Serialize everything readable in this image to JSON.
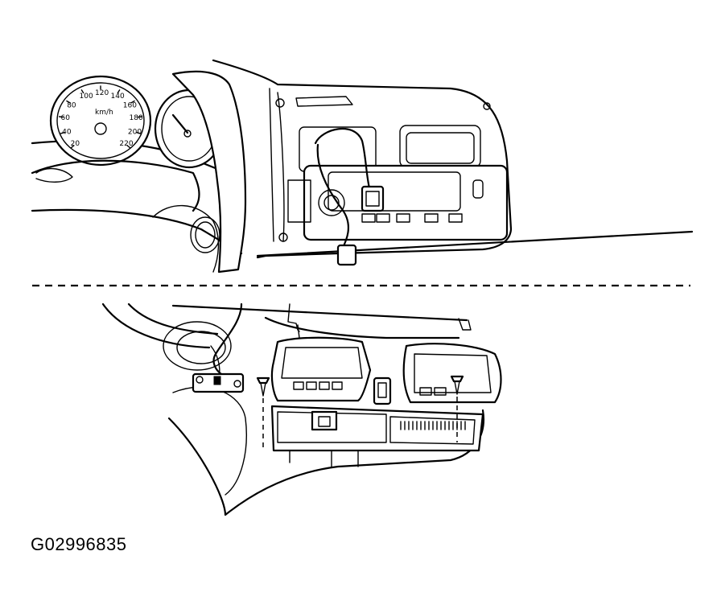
{
  "figure_id": "G02996835",
  "speedometer": {
    "unit": "km/h",
    "ticks": [
      "20",
      "40",
      "60",
      "80",
      "100",
      "120",
      "140",
      "160",
      "180",
      "200",
      "220"
    ]
  },
  "colors": {
    "line": "#000000",
    "background": "#ffffff"
  }
}
